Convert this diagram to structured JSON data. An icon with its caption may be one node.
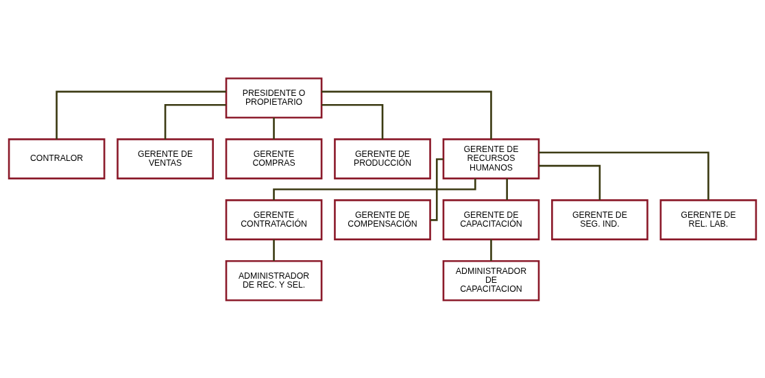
{
  "diagram": {
    "nodes": [
      {
        "text": [
          "PRESIDENTE O PROPIETARIO"
        ]
      },
      {
        "text": [
          "CONTRALOR"
        ]
      },
      {
        "text": [
          "GERENTE DE VENTAS"
        ]
      },
      {
        "text": [
          "GERENTE COMPRAS"
        ]
      },
      {
        "text": [
          "GERENTE DE PRODUCCIÓN"
        ]
      },
      {
        "text": [
          "GERENTE DE RECURSOS HUMANOS"
        ]
      },
      {
        "text": [
          "GERENTE CONTRATACIÓN"
        ]
      },
      {
        "text": [
          "GERENTE DE COMPENSACIÓN"
        ]
      },
      {
        "text": [
          "GERENTE DE CAPACITACIÓN"
        ]
      },
      {
        "text": [
          "GERENTE DE SEG. IND."
        ]
      },
      {
        "text": [
          "GERENTE DE REL. LAB."
        ]
      },
      {
        "text": [
          "ADMINISTRADOR DE REC. Y SEL."
        ]
      },
      {
        "text": [
          "ADMINISTRADOR DE CAPACITACION"
        ]
      }
    ],
    "edges": [
      {
        "from": 0,
        "to": 1,
        "arrow": "none"
      },
      {
        "from": 0,
        "to": 2,
        "arrow": "none"
      },
      {
        "from": 0,
        "to": 3,
        "arrow": "none"
      },
      {
        "from": 0,
        "to": 4,
        "arrow": "none"
      },
      {
        "from": 0,
        "to": 5,
        "arrow": "none"
      },
      {
        "from": 5,
        "to": 6,
        "arrow": "none"
      },
      {
        "from": 5,
        "to": 7,
        "arrow": "none"
      },
      {
        "from": 5,
        "to": 8,
        "arrow": "none"
      },
      {
        "from": 5,
        "to": 9,
        "arrow": "none"
      },
      {
        "from": 5,
        "to": 10,
        "arrow": "none"
      },
      {
        "from": 6,
        "to": 11,
        "arrow": "none"
      },
      {
        "from": 8,
        "to": 12,
        "arrow": "none"
      }
    ]
  }
}
